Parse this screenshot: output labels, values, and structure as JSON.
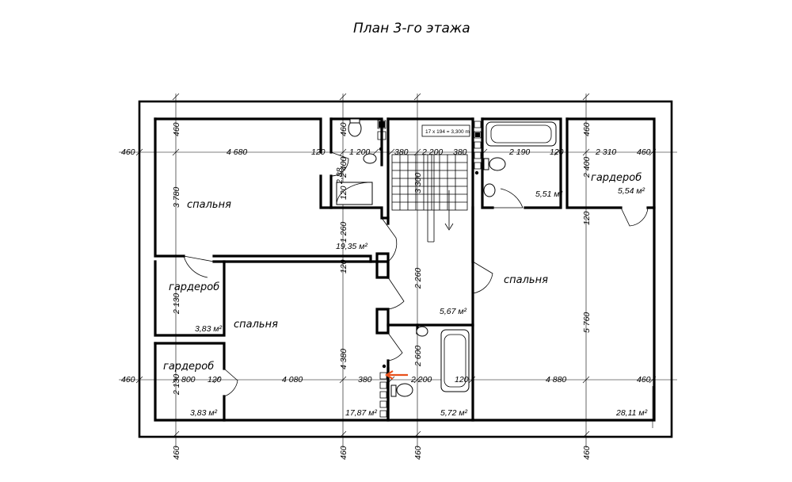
{
  "title": "План 3-го этажа",
  "stair_note": "17 x 194 = 3,300 m",
  "rooms": {
    "bedroom_left": {
      "label": "спальня",
      "area": "19,35 м²"
    },
    "wardrobe_upper": {
      "label": "гардероб",
      "area": "3,83 м²"
    },
    "wardrobe_lower": {
      "label": "гардероб",
      "area": "3,83 м²"
    },
    "bedroom_middle": {
      "label": "спальня",
      "area": "17,87 м²"
    },
    "bath_small": {
      "area": "2,88"
    },
    "hall": {
      "area": "5,67 м²"
    },
    "bath_lower": {
      "area": "5,72 м²"
    },
    "bath_upper": {
      "area": "5,51 м²"
    },
    "wardrobe_right": {
      "label": "гардероб",
      "area": "5,54 м²"
    },
    "bedroom_right": {
      "label": "спальня",
      "area": "28,11 м²"
    }
  },
  "dims_top_row": [
    "460",
    "4 680",
    "120",
    "1 200",
    "380",
    "2 200",
    "380",
    "2 190",
    "120",
    "2 310",
    "460"
  ],
  "dims_bottom_row": [
    "460",
    "800",
    "120",
    "4 080",
    "380",
    "2 200",
    "120",
    "4 880",
    "460"
  ],
  "dims_vertical": {
    "left_top": "460",
    "left_3780": "3 780",
    "left_2130": "2 130",
    "left_bottom": "2 130",
    "c1_top": "460",
    "c1_2400": "2 400",
    "c1_120": "120",
    "c1_1260": "1 260",
    "c1_120b": "120",
    "c1_4380": "4 380",
    "stair_3300": "3 300",
    "hall_2260": "2 260",
    "hall_2600": "2 600",
    "r_top": "460",
    "r_2400": "2 400",
    "r_120": "120",
    "r_5760": "5 760"
  },
  "dims_under": [
    "460",
    "460",
    "460",
    "460"
  ]
}
